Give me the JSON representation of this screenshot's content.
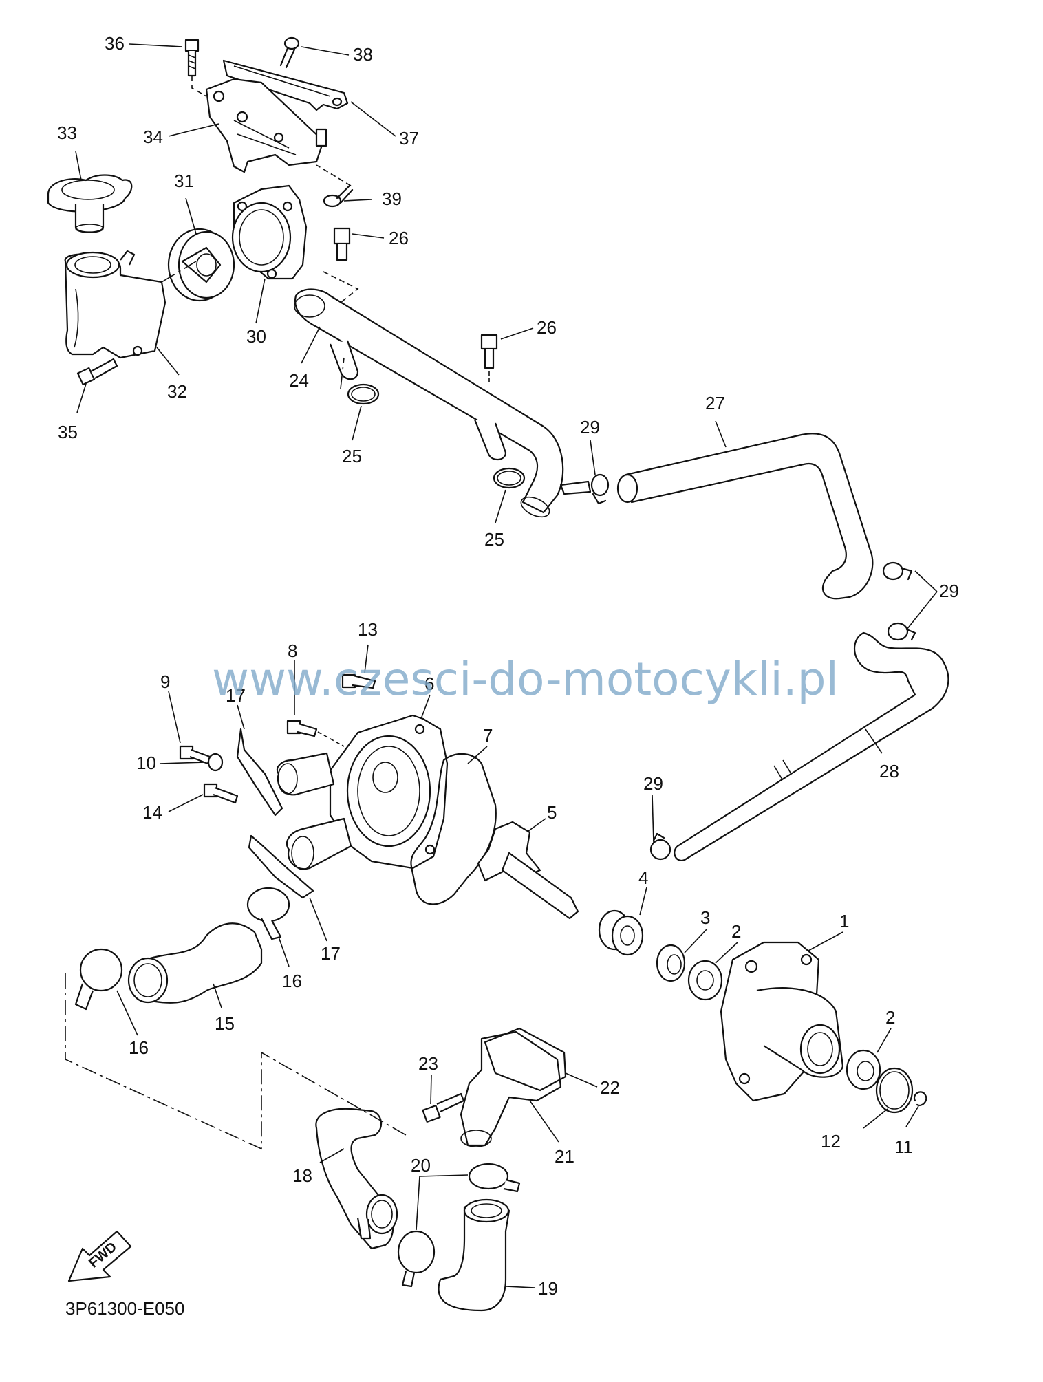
{
  "watermark": "www.czesci-do-motocykli.pl",
  "catalog_code": "3P61300-E050",
  "fwd_label": "FWD",
  "callouts": [
    {
      "id": "c36",
      "label": "36"
    },
    {
      "id": "c38",
      "label": "38"
    },
    {
      "id": "c37",
      "label": "37"
    },
    {
      "id": "c34",
      "label": "34"
    },
    {
      "id": "c33",
      "label": "33"
    },
    {
      "id": "c31",
      "label": "31"
    },
    {
      "id": "c39",
      "label": "39"
    },
    {
      "id": "c26a",
      "label": "26"
    },
    {
      "id": "c26b",
      "label": "26"
    },
    {
      "id": "c30",
      "label": "30"
    },
    {
      "id": "c32",
      "label": "32"
    },
    {
      "id": "c35",
      "label": "35"
    },
    {
      "id": "c24",
      "label": "24"
    },
    {
      "id": "c25a",
      "label": "25"
    },
    {
      "id": "c25b",
      "label": "25"
    },
    {
      "id": "c27",
      "label": "27"
    },
    {
      "id": "c29a",
      "label": "29"
    },
    {
      "id": "c29b",
      "label": "29"
    },
    {
      "id": "c29c",
      "label": "29"
    },
    {
      "id": "c28",
      "label": "28"
    },
    {
      "id": "c13",
      "label": "13"
    },
    {
      "id": "c8",
      "label": "8"
    },
    {
      "id": "c6",
      "label": "6"
    },
    {
      "id": "c9",
      "label": "9"
    },
    {
      "id": "c17a",
      "label": "17"
    },
    {
      "id": "c7",
      "label": "7"
    },
    {
      "id": "c10",
      "label": "10"
    },
    {
      "id": "c14",
      "label": "14"
    },
    {
      "id": "c5",
      "label": "5"
    },
    {
      "id": "c4",
      "label": "4"
    },
    {
      "id": "c3",
      "label": "3"
    },
    {
      "id": "c2a",
      "label": "2"
    },
    {
      "id": "c1",
      "label": "1"
    },
    {
      "id": "c17b",
      "label": "17"
    },
    {
      "id": "c16a",
      "label": "16"
    },
    {
      "id": "c16b",
      "label": "16"
    },
    {
      "id": "c15",
      "label": "15"
    },
    {
      "id": "c2b",
      "label": "2"
    },
    {
      "id": "c23",
      "label": "23"
    },
    {
      "id": "c22",
      "label": "22"
    },
    {
      "id": "c21",
      "label": "21"
    },
    {
      "id": "c12",
      "label": "12"
    },
    {
      "id": "c11",
      "label": "11"
    },
    {
      "id": "c20",
      "label": "20"
    },
    {
      "id": "c18",
      "label": "18"
    },
    {
      "id": "c19",
      "label": "19"
    }
  ]
}
